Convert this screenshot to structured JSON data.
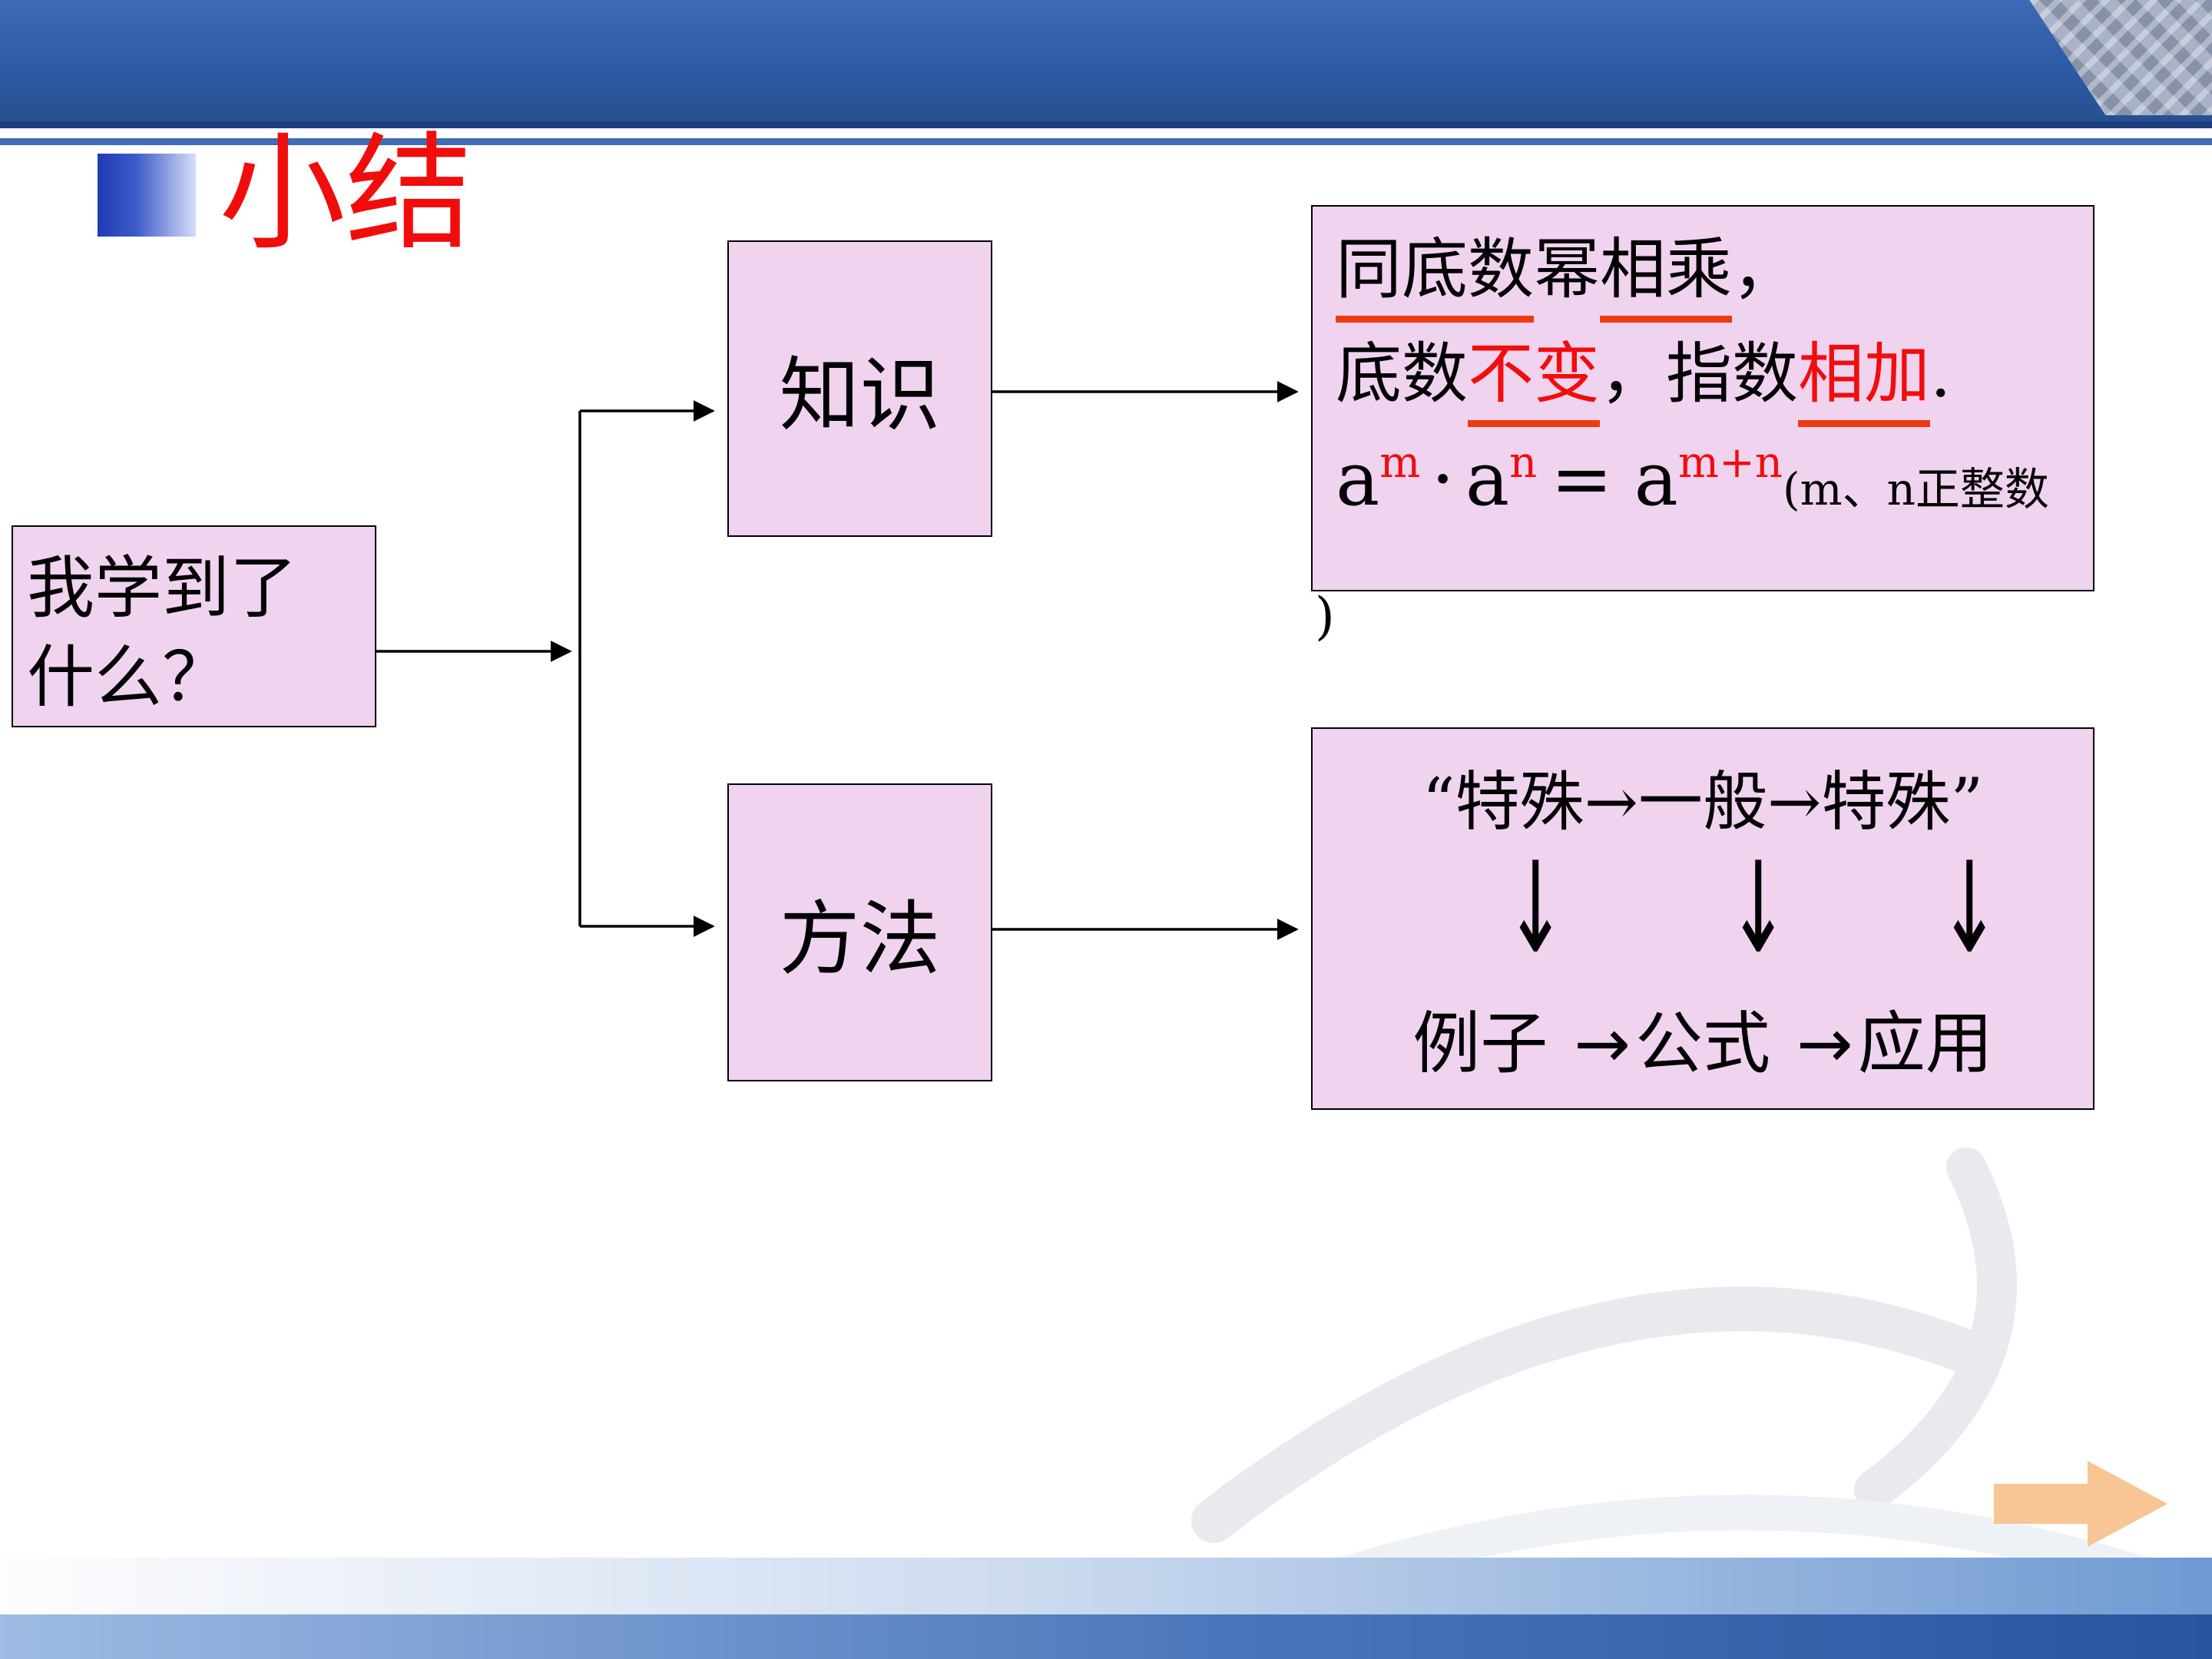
{
  "slide_title": "小结",
  "left_box": {
    "line1": "我学到了",
    "line2": "什么？"
  },
  "branch": {
    "knowledge": "知识",
    "method": "方法"
  },
  "knowledge_box": {
    "line1": {
      "s1": "同底数",
      "s2": "幂",
      "s3": "相乘",
      "s4": "，"
    },
    "line2": {
      "s1": "底数",
      "s2": "不变",
      "s3": "，指数",
      "s4": "相加",
      "s5": "."
    },
    "formula": {
      "a1": "a",
      "sup1": "m",
      "dot": "·",
      "a2": "a",
      "sup2": "n",
      "eq": "=",
      "a3": "a",
      "sup3": "m+n",
      "note": "(m、n正整数",
      "close_paren": ")"
    }
  },
  "method_box": {
    "line1": "“特殊→一般→特殊”",
    "down_arrow": "↓",
    "line2": {
      "s1": "例子",
      "a1": "→",
      "s2": "公式",
      "a2": "→",
      "s3": "应用"
    }
  },
  "colors": {
    "accent_red": "#f20d0d",
    "underline_red": "#f03a10",
    "box_pink": "#f0d3ef",
    "banner_blue": "#2d5ba6",
    "next_arrow_orange": "#f8c694"
  }
}
